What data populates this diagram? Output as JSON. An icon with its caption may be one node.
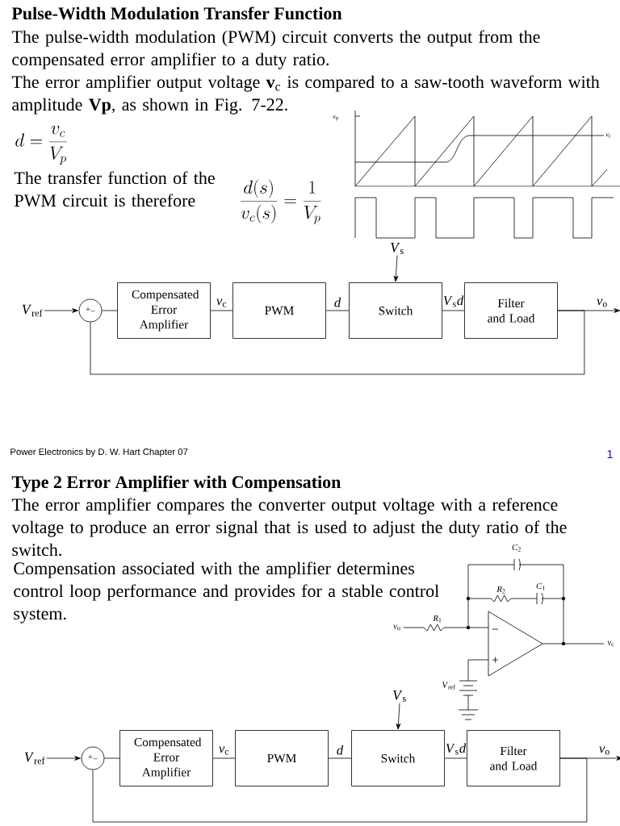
{
  "diagram": {
    "nodes": [
      {
        "text": [
          "*V*$_{ref}$"
        ]
      },
      {
        "text": [
          "+",
          "−"
        ]
      },
      {
        "text": [
          "Compensated Error Amplifier"
        ]
      },
      {
        "text": [
          "PWM"
        ]
      },
      {
        "text": [
          "Switch"
        ]
      },
      {
        "text": [
          "Filter and Load"
        ]
      },
      {
        "text": [
          "*V*$_{s}$"
        ]
      },
      {
        "text": [
          "*V*$_{ref}$"
        ]
      },
      {
        "text": [
          "+",
          "−"
        ]
      },
      {
        "text": [
          "Compensated Error Amplifier"
        ]
      },
      {
        "text": [
          "PWM"
        ]
      },
      {
        "text": [
          "Switch"
        ]
      },
      {
        "text": [
          "Filter and Load"
        ]
      },
      {
        "text": [
          "*V*$_{s}$"
        ]
      }
    ],
    "edges": [
      {
        "from": 0,
        "to": 1,
        "arrow": "to"
      },
      {
        "from": 1,
        "to": 2,
        "arrow": "none"
      },
      {
        "from": 2,
        "to": 3,
        "arrow": "none",
        "label": "*v*$_{c}$"
      },
      {
        "from": 3,
        "to": 4,
        "arrow": "none",
        "label": "*d*"
      },
      {
        "from": 6,
        "to": 4,
        "arrow": "to"
      },
      {
        "from": 4,
        "to": 5,
        "arrow": "none",
        "label": "*V*$_{s}$*d*"
      },
      {
        "from": 5,
        "to": null,
        "arrow": "to",
        "label": "*v*$_{o}$"
      },
      {
        "from": 5,
        "to": 1,
        "arrow": "none"
      },
      {
        "from": 7,
        "to": 8,
        "arrow": "to"
      },
      {
        "from": 8,
        "to": 9,
        "arrow": "none"
      },
      {
        "from": 9,
        "to": 10,
        "arrow": "none",
        "label": "*v*$_{c}$"
      },
      {
        "from": 10,
        "to": 11,
        "arrow": "none",
        "label": "*d*"
      },
      {
        "from": 13,
        "to": 11,
        "arrow": "to"
      },
      {
        "from": 11,
        "to": 12,
        "arrow": "none",
        "label": "*V*$_{s}$*d*"
      },
      {
        "from": 12,
        "to": null,
        "arrow": "to",
        "label": "*v*$_{o}$"
      },
      {
        "from": 12,
        "to": 8,
        "arrow": "none"
      }
    ],
    "labels": [
      "Pulse-Width Modulation Transfer Function",
      "The pulse-width modulation (PWM) circuit converts the output from the compensated error amplifier to a duty ratio.",
      "The error amplifier output voltage **v**$_{c}$ is compared to a saw-tooth waveform with amplitude **Vp**, as shown in Fig. 7-22.",
      "*v*$_{p}$",
      "*v*$_{c}$",
      "d=\\frac{v_c}{V_p}",
      "The transfer function of the PWM circuit is therefore",
      "\\frac{d(s)}{v_c(s)}=\\frac{1}{V_p}",
      "Power Electronics by D. W. Hart   Chapter 07",
      "1",
      "Type 2 Error Amplifier with Compensation",
      "The error amplifier compares the converter output voltage with a reference voltage to produce an error signal that is used to adjust the duty ratio of the switch.",
      "Compensation associated with the amplifier determines control loop performance and provides for a stable control system.",
      "*C*$_{2}$",
      "*R*$_{2}$",
      "*C*$_{1}$",
      "*R*$_{1}$",
      "*v*$_{o}$",
      "*v*$_{c}$",
      "*V*$_{ref}$"
    ]
  }
}
